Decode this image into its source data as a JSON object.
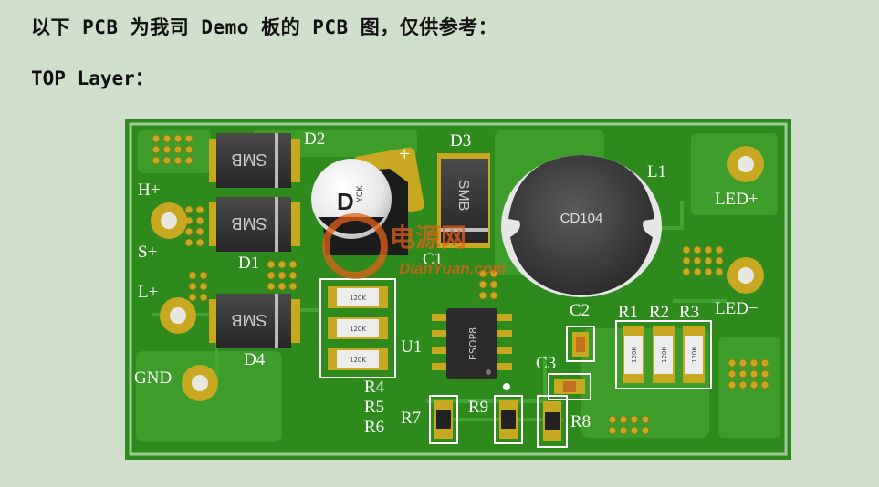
{
  "document": {
    "intro_line": "以下 PCB 为我司 Demo 板的 PCB 图，仅供参考：",
    "layer_heading": "TOP Layer："
  },
  "pcb": {
    "silkscreen": {
      "d2": "D2",
      "d3": "D3",
      "d1": "D1",
      "d4": "D4",
      "h_plus": "H+",
      "s_plus": "S+",
      "l_plus": "L+",
      "gnd": "GND",
      "c1": "C1",
      "c2": "C2",
      "c3": "C3",
      "plus_mark": "+",
      "l1": "L1",
      "led_plus": "LED+",
      "led_minus": "LED−",
      "u1": "U1",
      "r1": "R1",
      "r2": "R2",
      "r3": "R3",
      "r4": "R4",
      "r5": "R5",
      "r6": "R6",
      "r7": "R7",
      "r8": "R8",
      "r9": "R9"
    },
    "components": {
      "smb_label": "SMB",
      "cap_letter": "D",
      "cap_brand": "YCK",
      "inductor_label": "CD104",
      "ic_label": "ESOP8",
      "resistor_code": "120K"
    },
    "watermark": {
      "cn": "电源网",
      "en": "DianYuan.com"
    }
  },
  "colors": {
    "board": "#2f8a1e",
    "board_edge": "#9fc995",
    "pad": "#c8a820",
    "silk": "#ffffff"
  }
}
